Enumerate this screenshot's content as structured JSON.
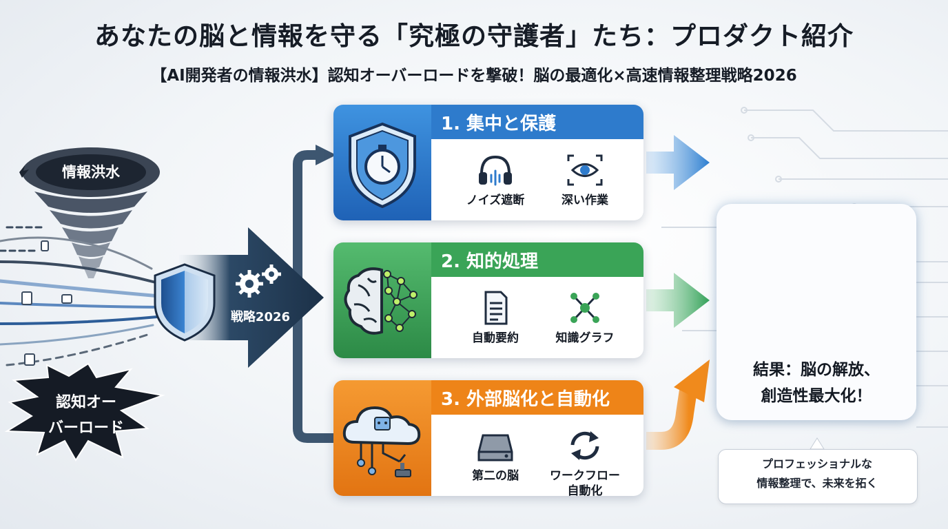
{
  "header": {
    "title": "あなたの脳と情報を守る「究極の守護者」たち：プロダクト紹介",
    "subtitle": "【AI開発者の情報洪水】認知オーバーロードを撃破！脳の最適化×高速情報整理戦略2026"
  },
  "left": {
    "flood_label": "情報洪水",
    "overload_lines": [
      "認知オー",
      "バーロード"
    ],
    "strategy_label": "戦略2026"
  },
  "cards": [
    {
      "title": "1. 集中と保護",
      "color": "#2f7fd0",
      "icon": "shield-stopwatch-icon",
      "features": [
        {
          "icon": "headphones-icon",
          "label": "ノイズ遮断"
        },
        {
          "icon": "eye-focus-icon",
          "label": "深い作業"
        }
      ]
    },
    {
      "title": "2. 知的処理",
      "color": "#3aa457",
      "icon": "brain-network-icon",
      "features": [
        {
          "icon": "document-icon",
          "label": "自動要約"
        },
        {
          "icon": "knowledge-graph-icon",
          "label": "知識グラフ"
        }
      ]
    },
    {
      "title": "3. 外部脳化と自動化",
      "color": "#ee8418",
      "icon": "cloud-robot-icon",
      "features": [
        {
          "icon": "hard-drive-icon",
          "label": "第二の脳"
        },
        {
          "icon": "refresh-cycle-icon",
          "label": "ワークフロー\n自動化"
        }
      ]
    }
  ],
  "result": {
    "icon": "lightbulb-icon",
    "lines": [
      "結果：脳の解放、",
      "創造性最大化！"
    ]
  },
  "note": {
    "lines": [
      "プロフェッショナルな",
      "情報整理で、未来を拓く"
    ]
  }
}
